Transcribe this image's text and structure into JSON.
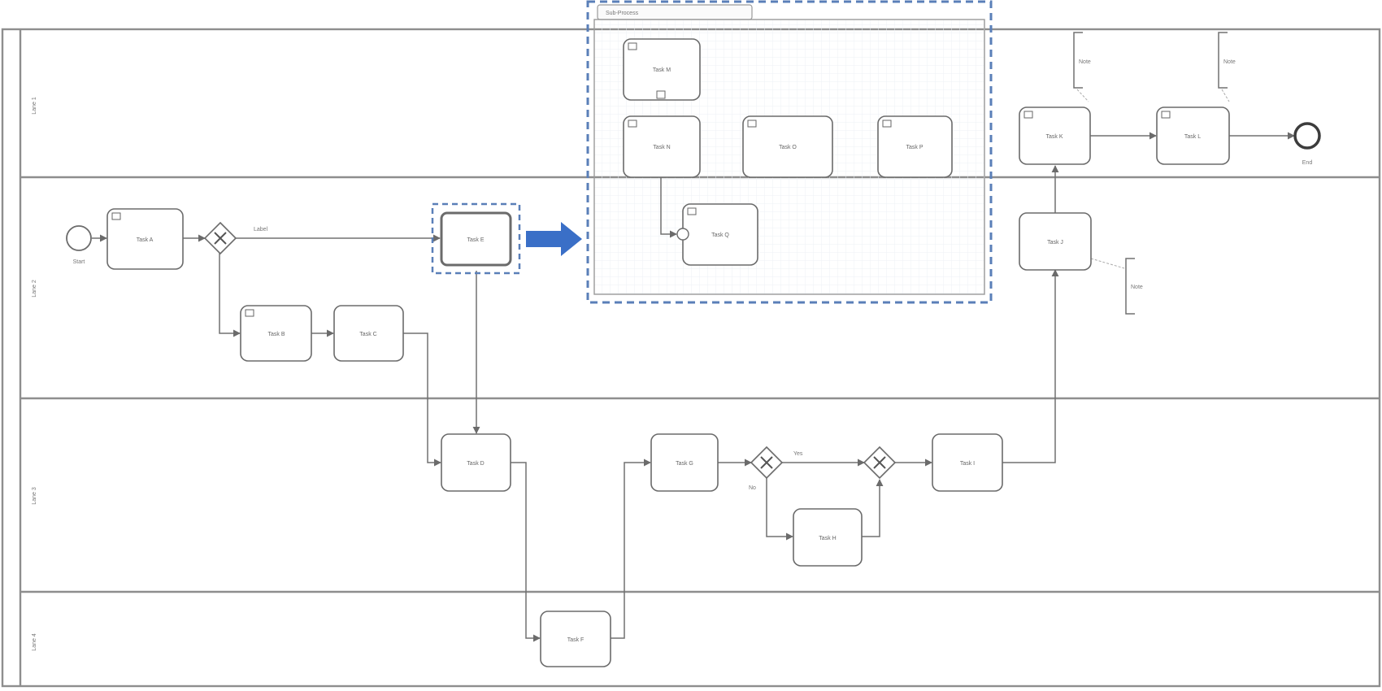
{
  "diagram": {
    "lanes": [
      {
        "id": "lane-1",
        "label": "Lane 1"
      },
      {
        "id": "lane-2",
        "label": "Lane 2"
      },
      {
        "id": "lane-3",
        "label": "Lane 3"
      },
      {
        "id": "lane-4",
        "label": "Lane 4"
      }
    ],
    "tasks": [
      {
        "id": "task-a",
        "label": "Task A"
      },
      {
        "id": "task-b",
        "label": "Task B"
      },
      {
        "id": "task-c",
        "label": "Task C"
      },
      {
        "id": "task-d",
        "label": "Task D"
      },
      {
        "id": "task-e",
        "label": "Task E"
      },
      {
        "id": "task-f",
        "label": "Task F"
      },
      {
        "id": "task-g",
        "label": "Task G"
      },
      {
        "id": "task-h",
        "label": "Task H"
      },
      {
        "id": "task-i",
        "label": "Task I"
      },
      {
        "id": "task-j",
        "label": "Task J"
      },
      {
        "id": "task-k",
        "label": "Task K"
      },
      {
        "id": "task-l",
        "label": "Task L"
      },
      {
        "id": "task-m",
        "label": "Task M"
      },
      {
        "id": "task-n",
        "label": "Task N"
      },
      {
        "id": "task-o",
        "label": "Task O"
      },
      {
        "id": "task-p",
        "label": "Task P"
      },
      {
        "id": "task-q",
        "label": "Task Q"
      }
    ],
    "flow_labels": {
      "gw1_top": "Label",
      "gw2_top": "Yes",
      "gw2_bottom": "No"
    },
    "annotations": [
      {
        "id": "ann-1",
        "text": "Note"
      },
      {
        "id": "ann-2",
        "text": "Note"
      },
      {
        "id": "ann-3",
        "text": "Note"
      }
    ],
    "events": {
      "start": "Start",
      "end": "End"
    },
    "subprocess_title": "Sub-Process",
    "colors": {
      "accent": "#3a6fc7",
      "lane_line": "#8e8e8e",
      "selection": "#5a7fb8"
    }
  }
}
